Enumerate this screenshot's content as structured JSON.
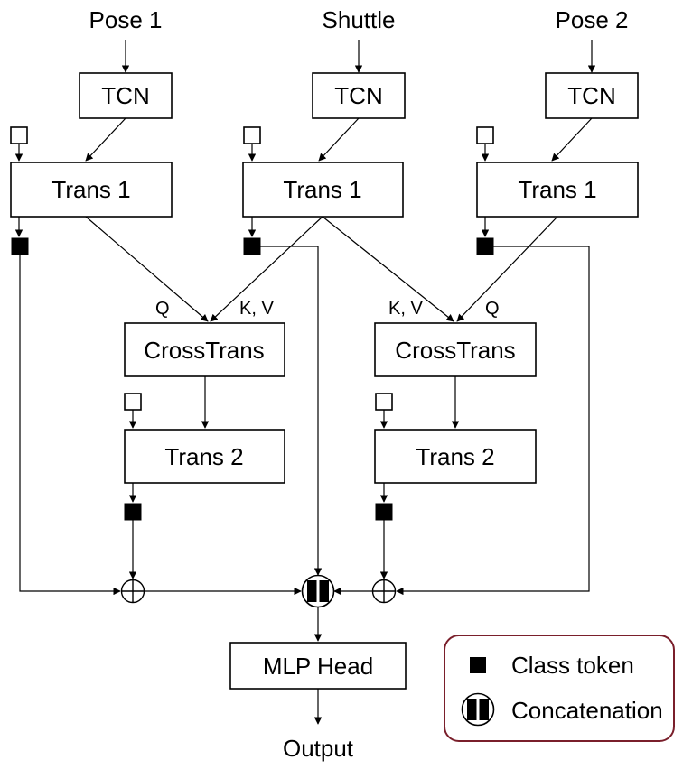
{
  "inputs": {
    "pose1": "Pose 1",
    "shuttle": "Shuttle",
    "pose2": "Pose 2"
  },
  "blocks": {
    "tcn": "TCN",
    "trans1": "Trans 1",
    "cross_trans": "CrossTrans",
    "trans2": "Trans 2",
    "mlp_head": "MLP Head"
  },
  "attention_labels": {
    "query": "Q",
    "key_value": "K, V"
  },
  "output": "Output",
  "legend": {
    "class_token": "Class token",
    "concatenation": "Concatenation",
    "border_color": "#7a1f2b"
  }
}
